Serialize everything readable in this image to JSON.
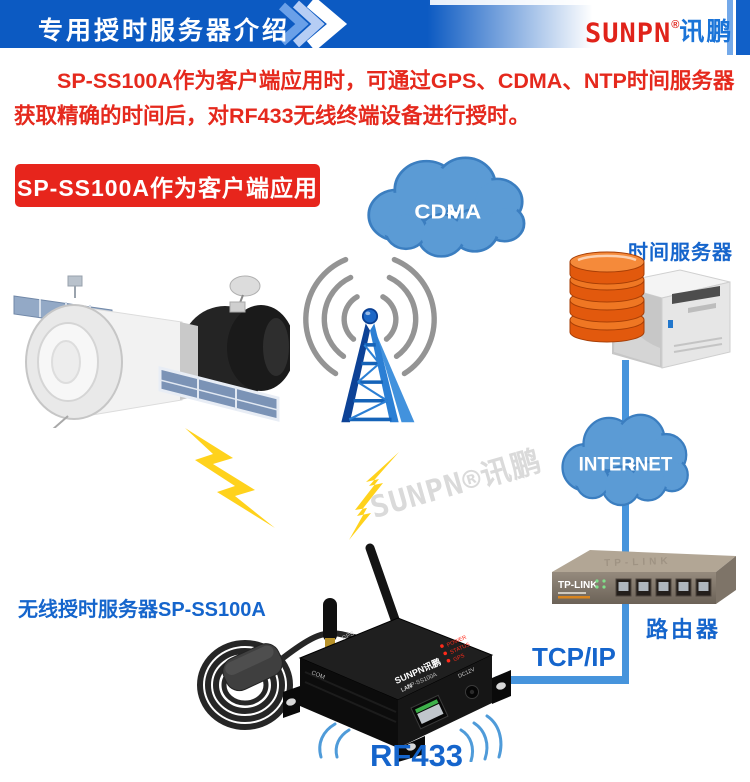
{
  "header": {
    "title": "专用授时服务器介绍",
    "logo_brand": "SUNPN",
    "logo_reg": "®",
    "logo_cn": "讯鹏"
  },
  "intro_text": "SP-SS100A作为客户端应用时，可通过GPS、CDMA、NTP时间服务器获取精确的时间后，对RF433无线终端设备进行授时。",
  "badge": "SP-SS100A作为客户端应用",
  "labels": {
    "cdma": "CDMA",
    "internet": "INTERNET",
    "time_server": "时间服务器",
    "router": "路由器",
    "tcpip": "TCP/IP",
    "wireless_server": "无线授时服务器SP-SS100A",
    "rf433": "RF433"
  },
  "watermark": "SUNPN®讯鹏",
  "router_device": {
    "brand": "TP-LINK"
  },
  "rf433_device": {
    "brand": "SUNPN讯鹏",
    "model": "SP-SS100A",
    "led_labels": [
      "POWER",
      "STATUS",
      "GPS"
    ],
    "port_labels": {
      "com": "COM",
      "gps": "GPS",
      "lan": "LAN",
      "power": "DC12V"
    }
  },
  "colors": {
    "header_blue": "#0c5ac2",
    "accent_blue": "#1565cc",
    "red_text": "#e5291d",
    "badge_red": "#e7251c",
    "cloud_fill": "#5b9bd5",
    "cloud_stroke": "#3b7ec0",
    "line_blue": "#4694dc",
    "lightning_yellow": "#ffd21c"
  }
}
